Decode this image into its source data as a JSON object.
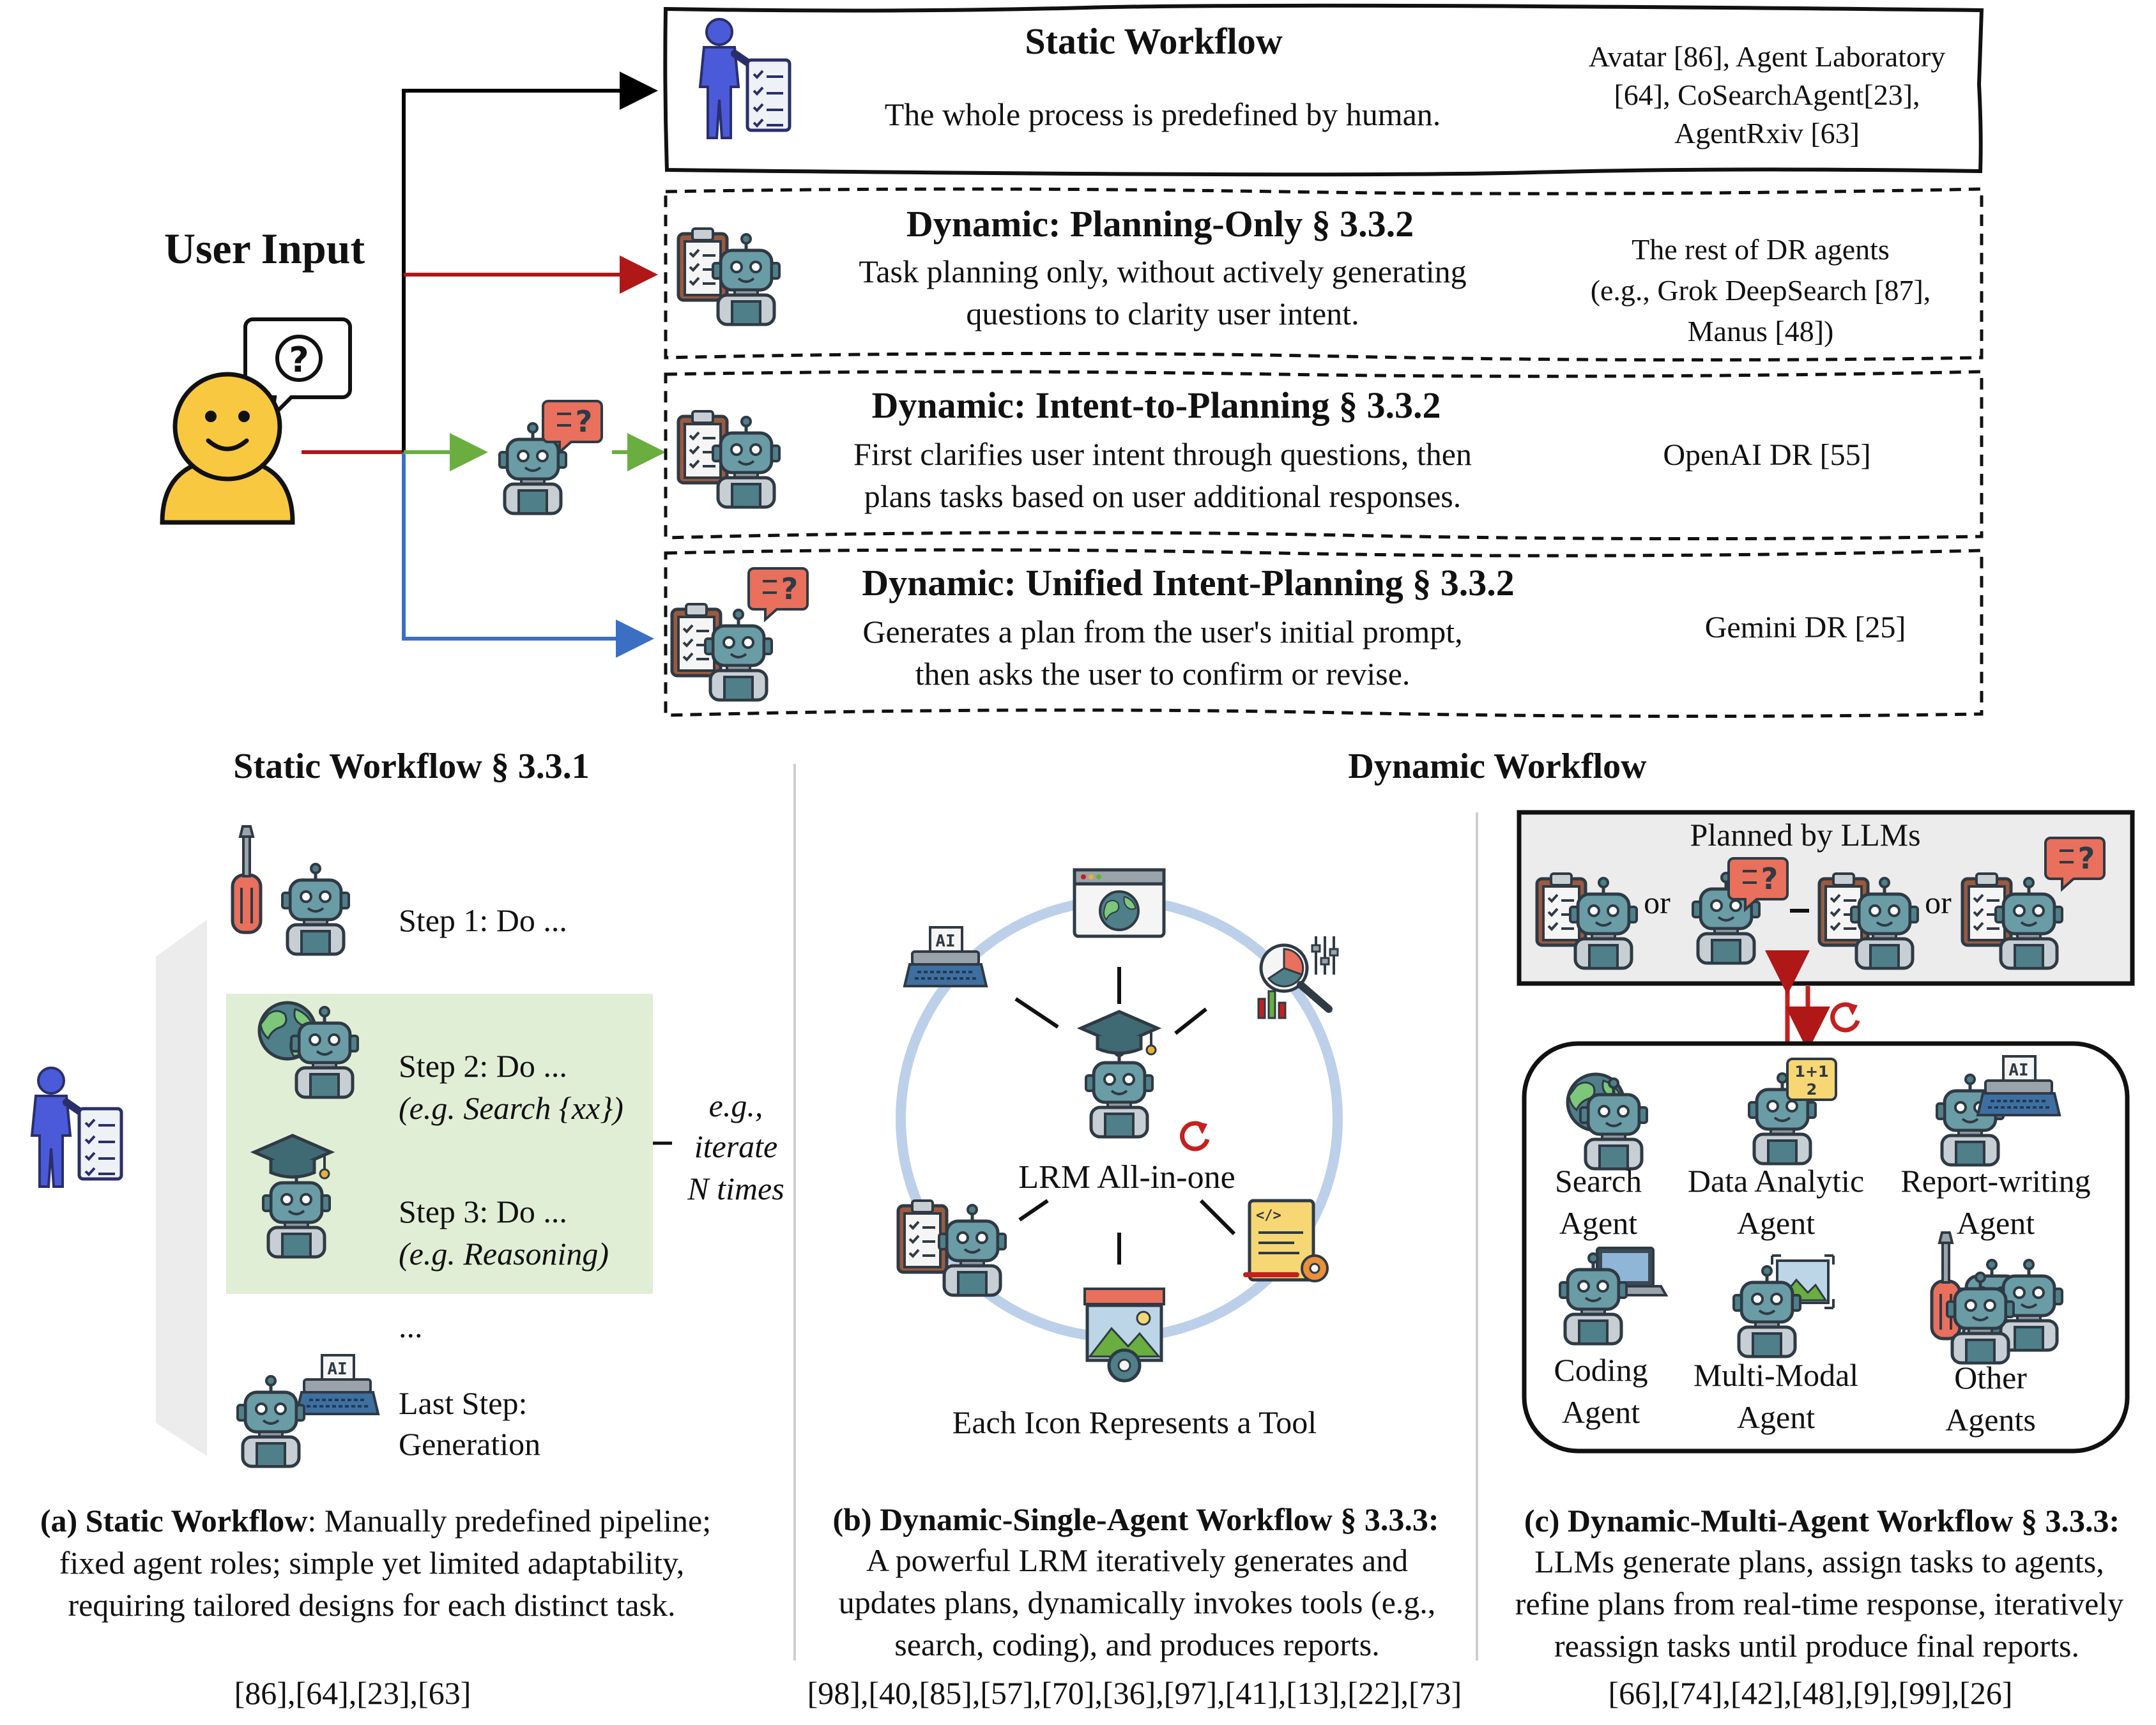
{
  "user_input": {
    "label": "User Input"
  },
  "top_rows": [
    {
      "title": "Static Workflow",
      "desc": [
        "The whole process is predefined by human."
      ],
      "refs": [
        "Avatar [86], Agent Laboratory",
        "[64], CoSearchAgent[23],",
        "AgentRxiv [63]"
      ]
    },
    {
      "title": "Dynamic: Planning-Only § 3.3.2",
      "desc": [
        "Task planning only, without actively generating",
        "questions to clarity user intent."
      ],
      "refs": [
        "The rest of DR agents",
        "(e.g., Grok DeepSearch  [87],",
        "Manus [48])"
      ]
    },
    {
      "title": "Dynamic: Intent-to-Planning § 3.3.2",
      "desc": [
        "First clarifies user intent through questions, then",
        "plans tasks based on user additional responses."
      ],
      "refs": [
        "OpenAI DR [55]"
      ]
    },
    {
      "title": "Dynamic: Unified Intent-Planning § 3.3.2",
      "desc": [
        "Generates a plan from the user's initial prompt,",
        "then asks the user to confirm or revise."
      ],
      "refs": [
        "Gemini DR [25]"
      ]
    }
  ],
  "colors": {
    "black_arrow": "#000000",
    "red_arrow": "#b01717",
    "green_arrow": "#6aae3f",
    "blue_arrow": "#3a6fc4",
    "user_face": "#f8c840",
    "human": "#4a5ad8",
    "robot": "#4f7f89",
    "speech": "#e8705c",
    "green_panel": "#e1eed6",
    "circle": "#bcd0ea",
    "refresh": "#c42020"
  },
  "static_section": {
    "heading": "Static Workflow § 3.3.1",
    "steps": [
      {
        "line1": "Step 1: Do ...",
        "line2": ""
      },
      {
        "line1": "Step 2: Do ...",
        "line2": "(e.g. Search {xx})"
      },
      {
        "line1": "Step 3: Do ...",
        "line2": "(e.g. Reasoning)"
      },
      {
        "line1": "...",
        "line2": ""
      },
      {
        "line1": "Last Step:",
        "line2": "Generation"
      }
    ],
    "iterate": [
      "e.g.,",
      "iterate",
      "N times"
    ],
    "caption_bold": "(a) Static Workflow",
    "caption_rest": ": Manually predefined pipeline;",
    "caption_lines": [
      "fixed agent roles;  simple yet limited adaptability,",
      "requiring tailored designs for each distinct task."
    ],
    "refs": "[86],[64],[23],[63]"
  },
  "dynamic_heading": "Dynamic Workflow",
  "single_agent": {
    "center_label": "LRM All-in-one",
    "footer": "Each Icon Represents a Tool",
    "caption_bold": "(b) Dynamic-Single-Agent Workflow § 3.3.3:",
    "caption_lines": [
      "A powerful LRM iteratively generates and",
      "updates plans, dynamically invokes tools (e.g.,",
      "search, coding), and produces reports."
    ],
    "refs": "[98],[40,[85],[57],[70],[36],[97],[41],[13],[22],[73]"
  },
  "multi_agent": {
    "planned_title": "Planned by LLMs",
    "or_label": "or",
    "agents": [
      {
        "line1": "Search",
        "line2": "Agent"
      },
      {
        "line1": "Data Analytic",
        "line2": "Agent"
      },
      {
        "line1": "Report-writing",
        "line2": "Agent"
      },
      {
        "line1": "Coding",
        "line2": "Agent"
      },
      {
        "line1": "Multi-Modal",
        "line2": "Agent"
      },
      {
        "line1": "Other",
        "line2": "Agents"
      }
    ],
    "caption_bold": "(c) Dynamic-Multi-Agent Workflow § 3.3.3:",
    "caption_lines": [
      "LLMs generate plans, assign tasks to agents,",
      "refine plans from real-time response, iteratively",
      "reassign tasks until produce final reports."
    ],
    "refs": "[66],[74],[42],[48],[9],[99],[26]"
  }
}
